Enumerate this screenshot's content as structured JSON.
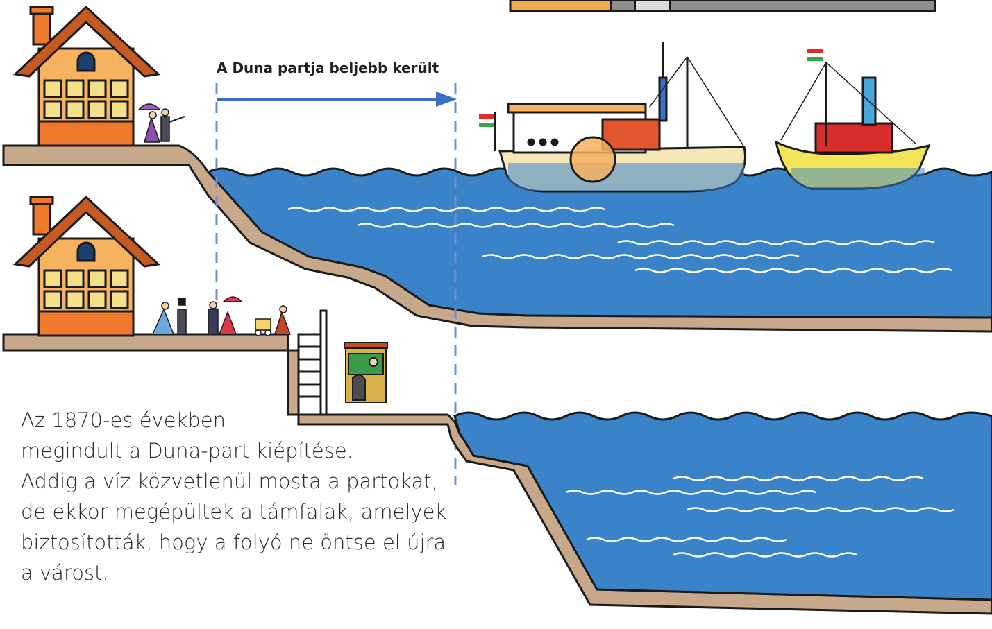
{
  "arrow_label": "A Duna partja beljebb került",
  "caption_lines": [
    "Az 1870-es években",
    "megindult a Duna-part kiépítése.",
    "Addig a víz közvetlenül mosta a partokat,",
    "de ekkor megépültek a támfalak, amelyek",
    "biztosították, hogy a folyó ne öntse el újra",
    "a várost."
  ],
  "colors": {
    "water": "#3a83c8",
    "bank": "#c7a88a",
    "house_wall": "#f6b25f",
    "roof": "#c65a23",
    "arrow": "#3a6fc1"
  }
}
